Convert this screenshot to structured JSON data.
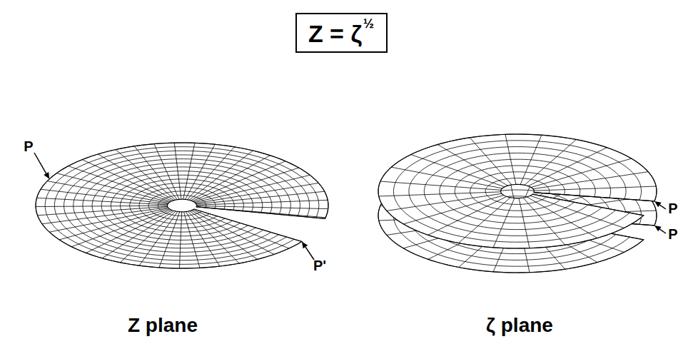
{
  "diagram": {
    "nodes": [
      {
        "text": [
          "Z = ζ",
          "½"
        ]
      }
    ],
    "labels": [
      "P",
      "P'",
      "P",
      "P",
      "Z plane",
      "ζ plane"
    ]
  }
}
